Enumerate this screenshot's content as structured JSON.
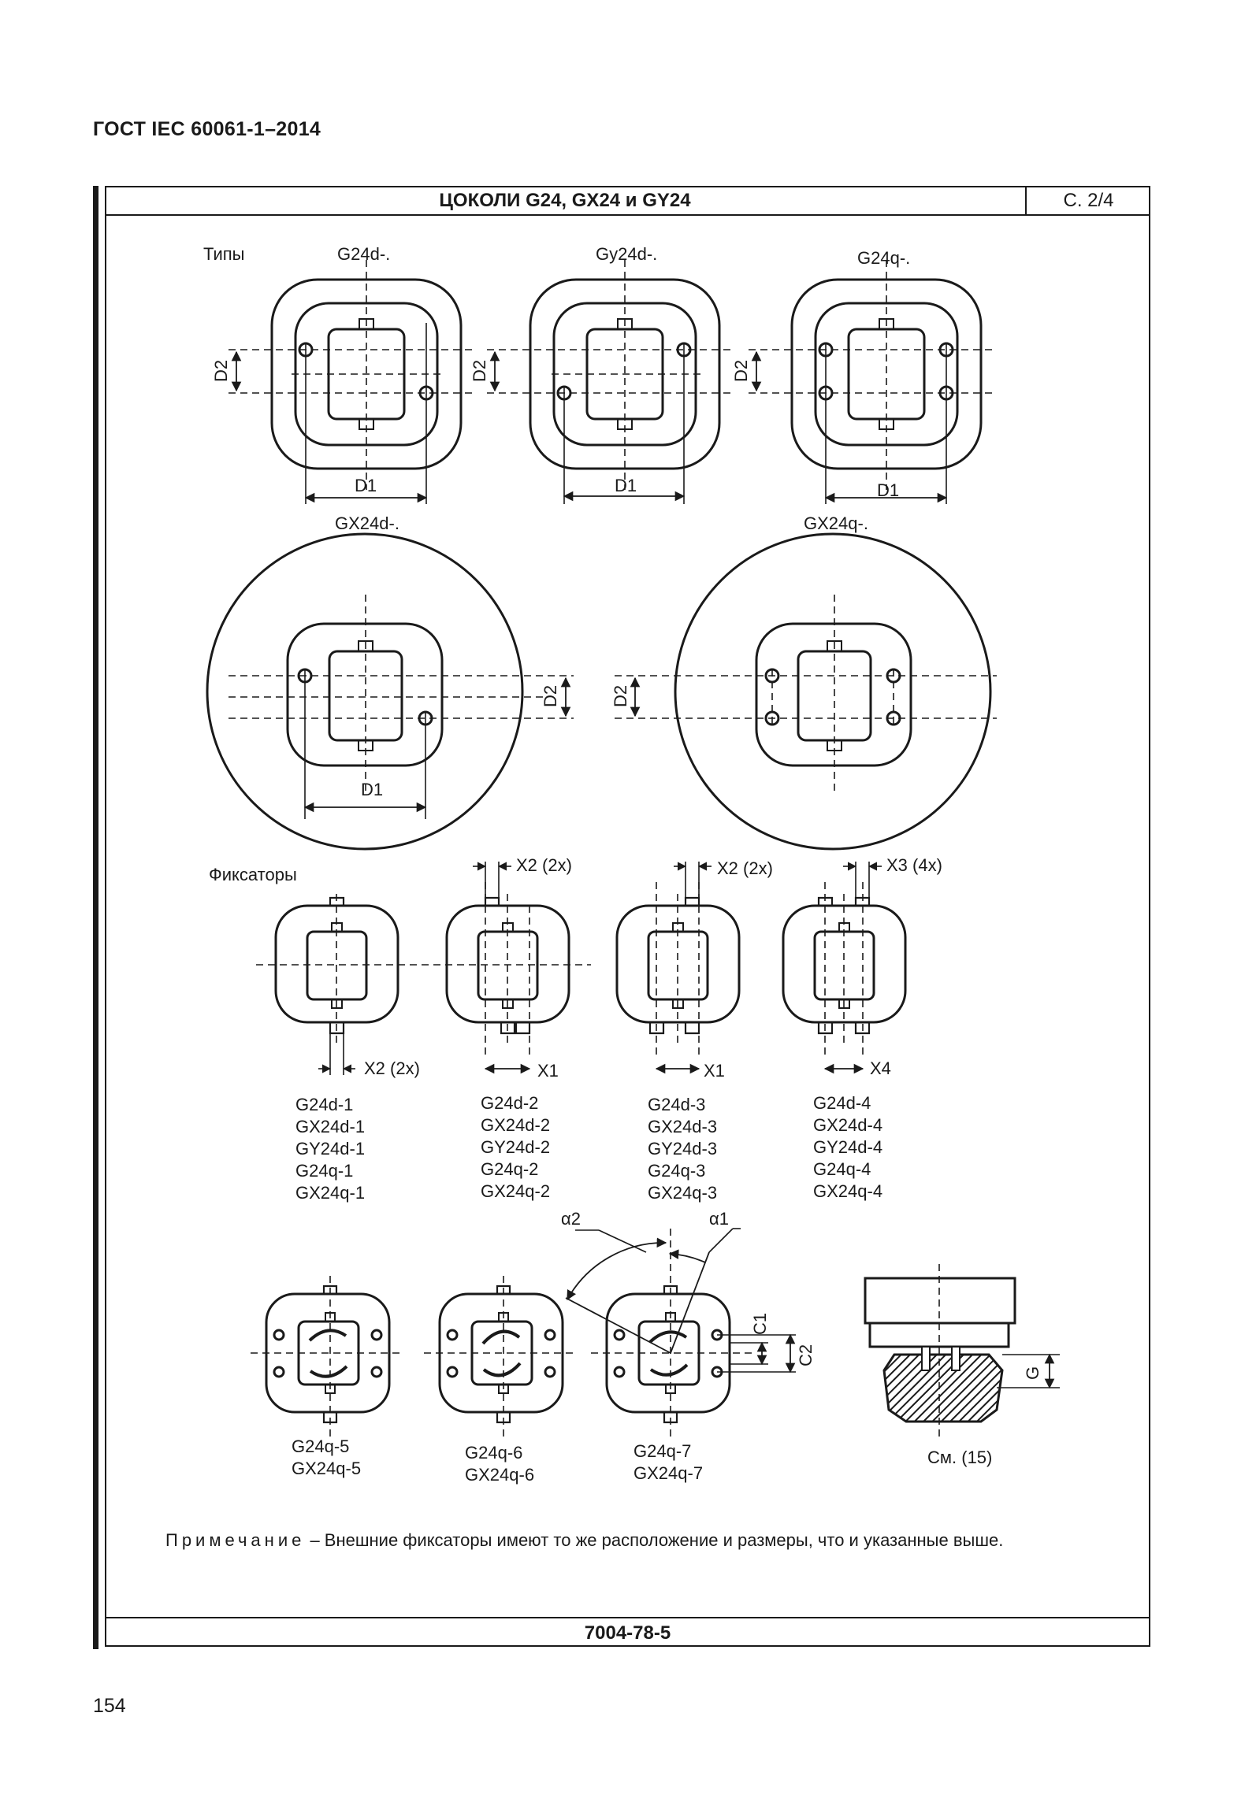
{
  "header": {
    "title": "ГОСТ IEC 60061-1–2014"
  },
  "sheet": {
    "title": "ЦОКОЛИ G24, GX24 и GY24",
    "page": "С. 2/4",
    "footer_code": "7004-78-5"
  },
  "types_section": {
    "label": "Типы",
    "base_top": [
      "G24d-.",
      "Gy24d-.",
      "G24q-."
    ],
    "base_round": [
      "GX24d-.",
      "GX24q-."
    ],
    "dim_d1": "D1",
    "dim_d2": "D2"
  },
  "keys_section": {
    "label": "Фиксаторы",
    "dims": {
      "x2_2x": "X2 (2x)",
      "x3_4x": "X3 (4x)",
      "x1": "X1",
      "x4": "X4"
    },
    "groups": [
      [
        "G24d-1",
        "GX24d-1",
        "GY24d-1",
        "G24q-1",
        "GX24q-1"
      ],
      [
        "G24d-2",
        "GX24d-2",
        "GY24d-2",
        "G24q-2",
        "GX24q-2"
      ],
      [
        "G24d-3",
        "GX24d-3",
        "GY24d-3",
        "G24q-3",
        "GX24q-3"
      ],
      [
        "G24d-4",
        "GX24d-4",
        "GY24d-4",
        "G24q-4",
        "GX24q-4"
      ]
    ]
  },
  "q_section": {
    "labels": [
      [
        "G24q-5",
        "GX24q-5"
      ],
      [
        "G24q-6",
        "GX24q-6"
      ],
      [
        "G24q-7",
        "GX24q-7"
      ]
    ],
    "dims": {
      "alpha1": "α1",
      "alpha2": "α2",
      "c1": "C1",
      "c2": "C2",
      "g": "G"
    },
    "see_ref": "См. (15)"
  },
  "note": {
    "prefix": "Примечание",
    "text": " – Внешние фиксаторы имеют то же расположение и размеры, что и указанные выше."
  },
  "page_number": "154"
}
